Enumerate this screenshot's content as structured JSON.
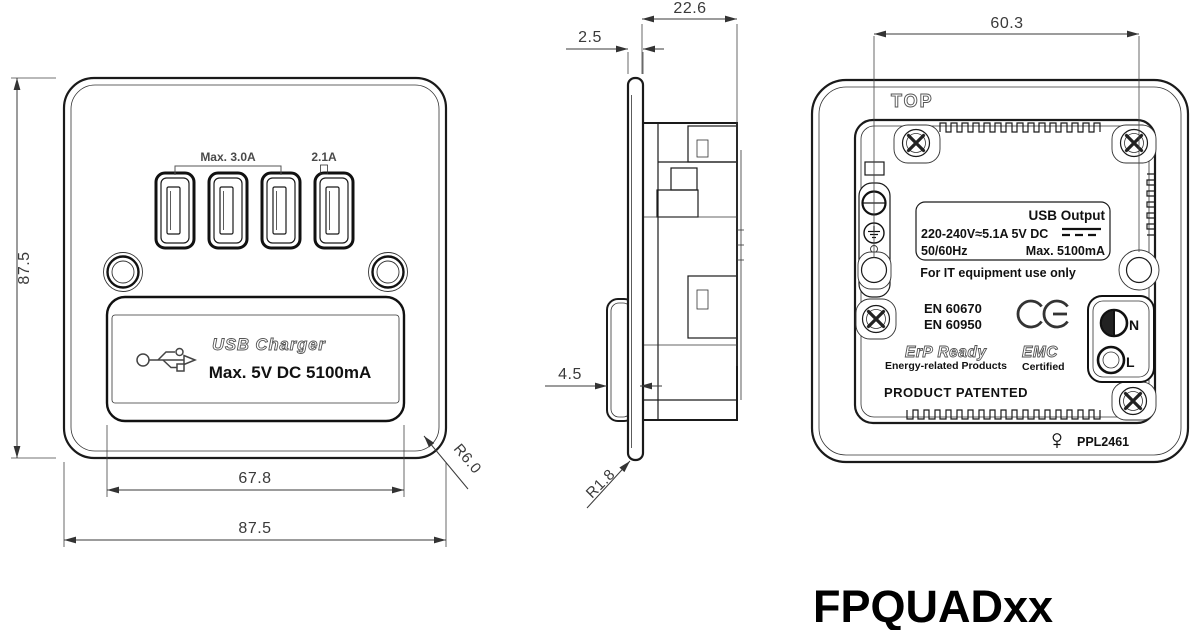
{
  "product_code": "FPQUADxx",
  "front_view": {
    "dims": {
      "height": "87.5",
      "width": "87.5",
      "panel_width": "67.8",
      "corner_radius": "R6.0"
    },
    "labels": {
      "ports_123": "Max. 3.0A",
      "port_4": "2.1A",
      "panel_title": "USB  Charger",
      "panel_rating": "Max. 5V DC 5100mA"
    }
  },
  "side_view": {
    "dims": {
      "depth": "22.6",
      "plate_thickness": "2.5",
      "panel_depth": "4.5",
      "edge_radius": "R1.8"
    }
  },
  "back_view": {
    "orientation": "TOP",
    "dims": {
      "fixing_centres": "60.3"
    },
    "rating_label": {
      "line1": "USB Output",
      "line2": "220-240V≈5.1A 5V DC",
      "line3_left": "50/60Hz",
      "line3_right": "Max. 5100mA"
    },
    "it_note": "For IT equipment use only",
    "standard_1": "EN 60670",
    "standard_2": "EN 60950",
    "ce_mark": "CE",
    "erp": {
      "title": "ErP Ready",
      "subtitle": "Energy-related Products"
    },
    "emc": {
      "title": "EMC",
      "subtitle": "Certified"
    },
    "patent_note": "PRODUCT PATENTED",
    "approval_code": "PPL2461",
    "terminals": {
      "neutral": "N",
      "live": "L"
    }
  }
}
